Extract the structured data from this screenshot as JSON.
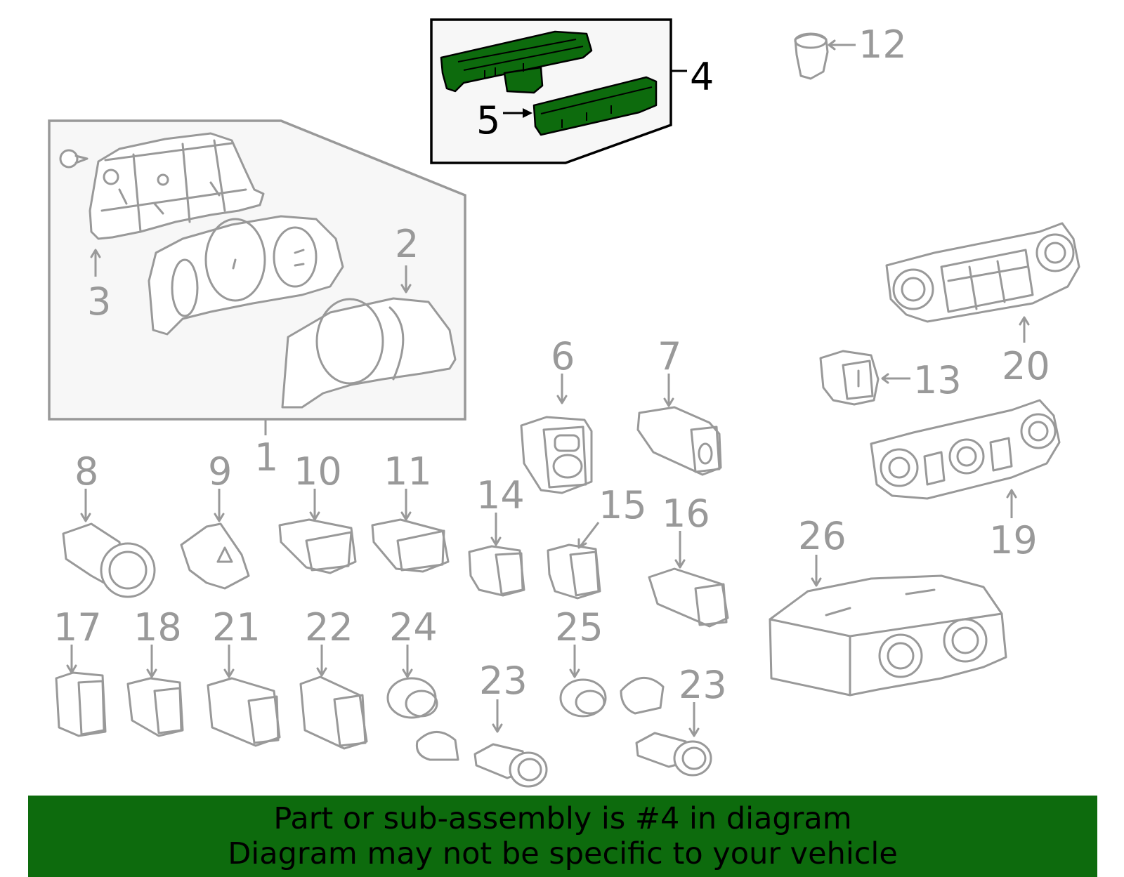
{
  "colors": {
    "highlight": "#0d6b0d",
    "part_line": "#999999",
    "banner_bg": "#0d6b0d",
    "text_dark": "#000000"
  },
  "callouts": {
    "c1": "1",
    "c2": "2",
    "c3": "3",
    "c4": "4",
    "c5": "5",
    "c6": "6",
    "c7": "7",
    "c8": "8",
    "c9": "9",
    "c10": "10",
    "c11": "11",
    "c12": "12",
    "c13": "13",
    "c14": "14",
    "c15": "15",
    "c16": "16",
    "c17": "17",
    "c18": "18",
    "c19": "19",
    "c20": "20",
    "c21": "21",
    "c22": "22",
    "c23a": "23",
    "c23b": "23",
    "c24": "24",
    "c25": "25",
    "c26": "26"
  },
  "banner": {
    "line1": "Part or sub-assembly is #4 in diagram",
    "line2": "Diagram may not be specific to your vehicle"
  }
}
